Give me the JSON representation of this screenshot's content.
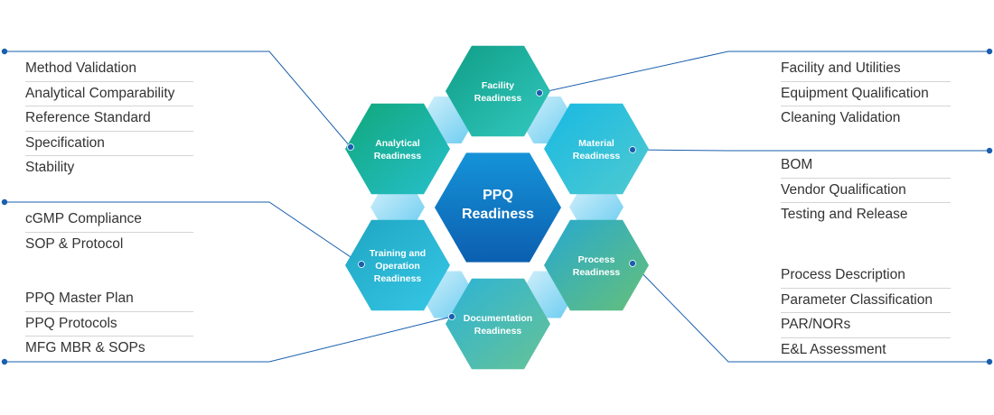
{
  "colors": {
    "connector": "#1a5fae",
    "connector_dot": "#1a5fae",
    "center_top": "#1593d8",
    "center_bottom": "#0c5fb0",
    "gap_light": "#cdeefa",
    "gap_mid": "#4fc3ee"
  },
  "center": {
    "line1": "PPQ",
    "line2": "Readiness"
  },
  "hexes": {
    "facility": {
      "lines": [
        "Facility",
        "Readiness"
      ],
      "grad": [
        "#0f9e86",
        "#33c8c0"
      ]
    },
    "analytical": {
      "lines": [
        "Analytical",
        "Readiness"
      ],
      "grad": [
        "#10a77a",
        "#27c0cc"
      ]
    },
    "material": {
      "lines": [
        "Material",
        "Readiness"
      ],
      "grad": [
        "#18b9e3",
        "#4fcad0"
      ]
    },
    "training": {
      "lines": [
        "Training and",
        "Operation",
        "Readiness"
      ],
      "grad": [
        "#1fa6c2",
        "#36c7e6"
      ]
    },
    "process": {
      "lines": [
        "Process",
        "Readiness"
      ],
      "grad": [
        "#27a9cf",
        "#66c07a"
      ]
    },
    "documentation": {
      "lines": [
        "Documentation",
        "Readiness"
      ],
      "grad": [
        "#2db3d6",
        "#66c396"
      ]
    }
  },
  "lists": {
    "analytical": [
      "Method Validation",
      "Analytical Comparability",
      "Reference Standard",
      "Specification",
      "Stability"
    ],
    "training": [
      "cGMP Compliance",
      "SOP & Protocol"
    ],
    "documentation": [
      "PPQ Master Plan",
      "PPQ Protocols",
      "MFG MBR & SOPs"
    ],
    "facility": [
      "Facility and Utilities",
      "Equipment Qualification",
      "Cleaning Validation"
    ],
    "material": [
      "BOM",
      "Vendor Qualification",
      "Testing and Release"
    ],
    "process": [
      "Process Description",
      "Parameter Classification",
      "PAR/NORs",
      "E&L Assessment"
    ]
  }
}
